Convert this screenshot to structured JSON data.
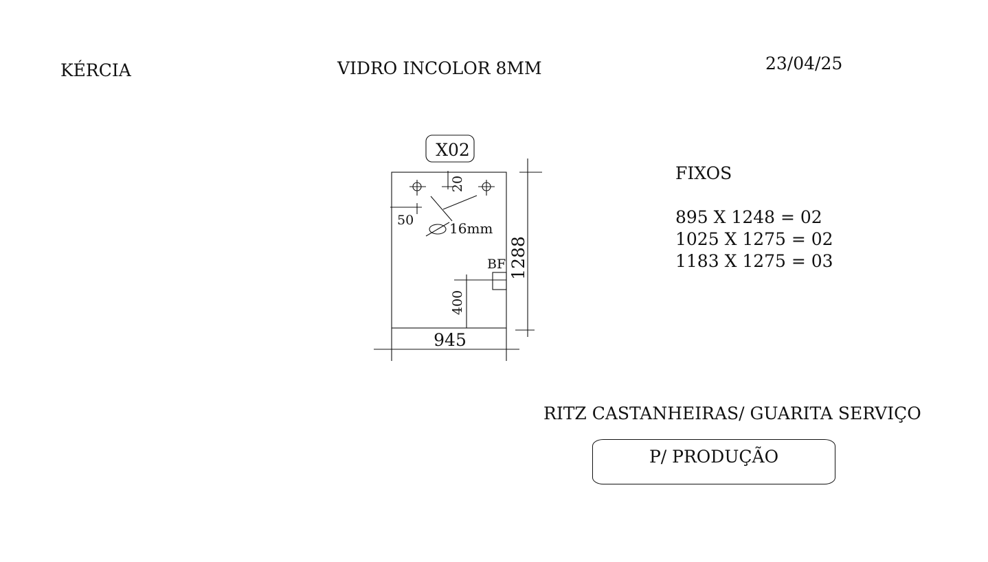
{
  "header": {
    "client": "KÉRCIA",
    "material": "VIDRO INCOLOR  8MM",
    "date": "23/04/25"
  },
  "drawing": {
    "piece_id": "X02",
    "width_label": "945",
    "height_label": "1288",
    "hole_offset_top_label": "20",
    "hole_offset_side_label": "50",
    "hole_diameter_label": "16mm",
    "bf_label": "BF",
    "bf_height_label": "400"
  },
  "fixos": {
    "title": "FIXOS",
    "items": [
      "895 X 1248 = 02",
      "1025 X 1275 = 02",
      "1183 X 1275 = 03"
    ]
  },
  "project": {
    "title": "RITZ CASTANHEIRAS/ GUARITA SERVIÇO"
  },
  "status": {
    "label": "P/ PRODUÇÃO"
  }
}
